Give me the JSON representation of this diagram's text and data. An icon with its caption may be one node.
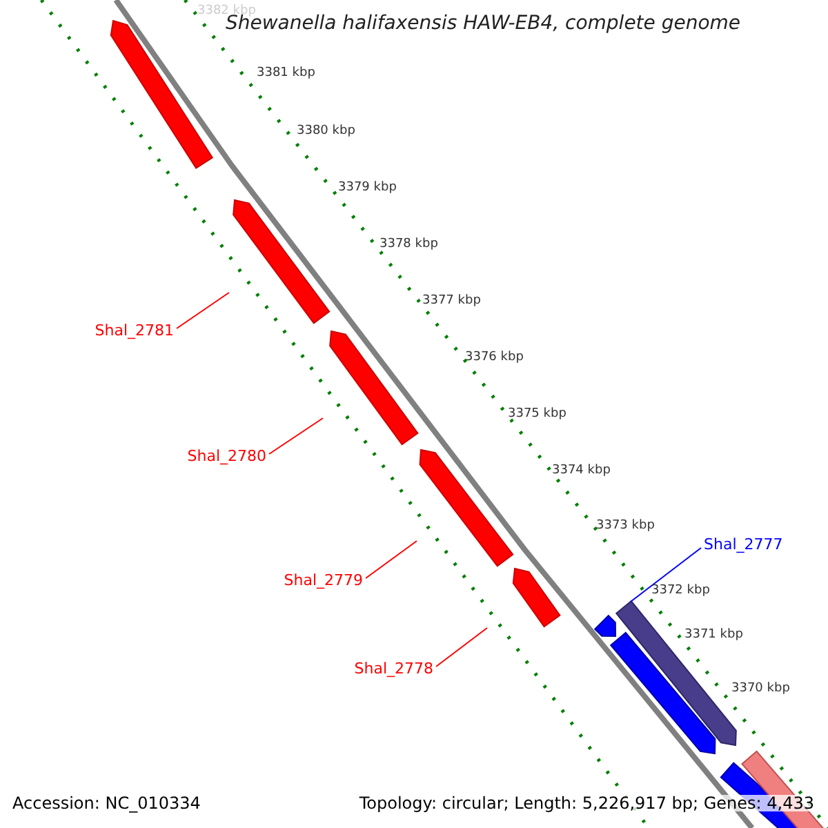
{
  "diagram": {
    "title": "Shewanella halifaxensis HAW-EB4, complete genome",
    "nodes": [
      {
        "text": [
          "Shal_2781"
        ]
      },
      {
        "text": [
          "Shal_2780"
        ]
      },
      {
        "text": [
          "Shal_2779"
        ]
      },
      {
        "text": [
          "Shal_2778"
        ]
      },
      {
        "text": [
          "Shal_2777"
        ]
      },
      {
        "text": [],
        "shape": "bar"
      }
    ],
    "edges": [
      {
        "from": 0,
        "to": null,
        "arrow": "none"
      },
      {
        "from": 1,
        "to": null,
        "arrow": "none"
      },
      {
        "from": 2,
        "to": null,
        "arrow": "none"
      },
      {
        "from": 3,
        "to": null,
        "arrow": "none"
      },
      {
        "from": 4,
        "to": 5,
        "arrow": "none",
        "color": "#0000ff"
      }
    ],
    "labels": [
      "3382 kbp",
      "3381 kbp",
      "3380 kbp",
      "3379 kbp",
      "3378 kbp",
      "3377 kbp",
      "3376 kbp",
      "3375 kbp",
      "3374 kbp",
      "3373 kbp",
      "3372 kbp",
      "3371 kbp",
      "3370 kbp",
      "Accession: NC_010334",
      "Topology: circular; Length: 5,226,917 bp; Genes: 4,433"
    ]
  }
}
